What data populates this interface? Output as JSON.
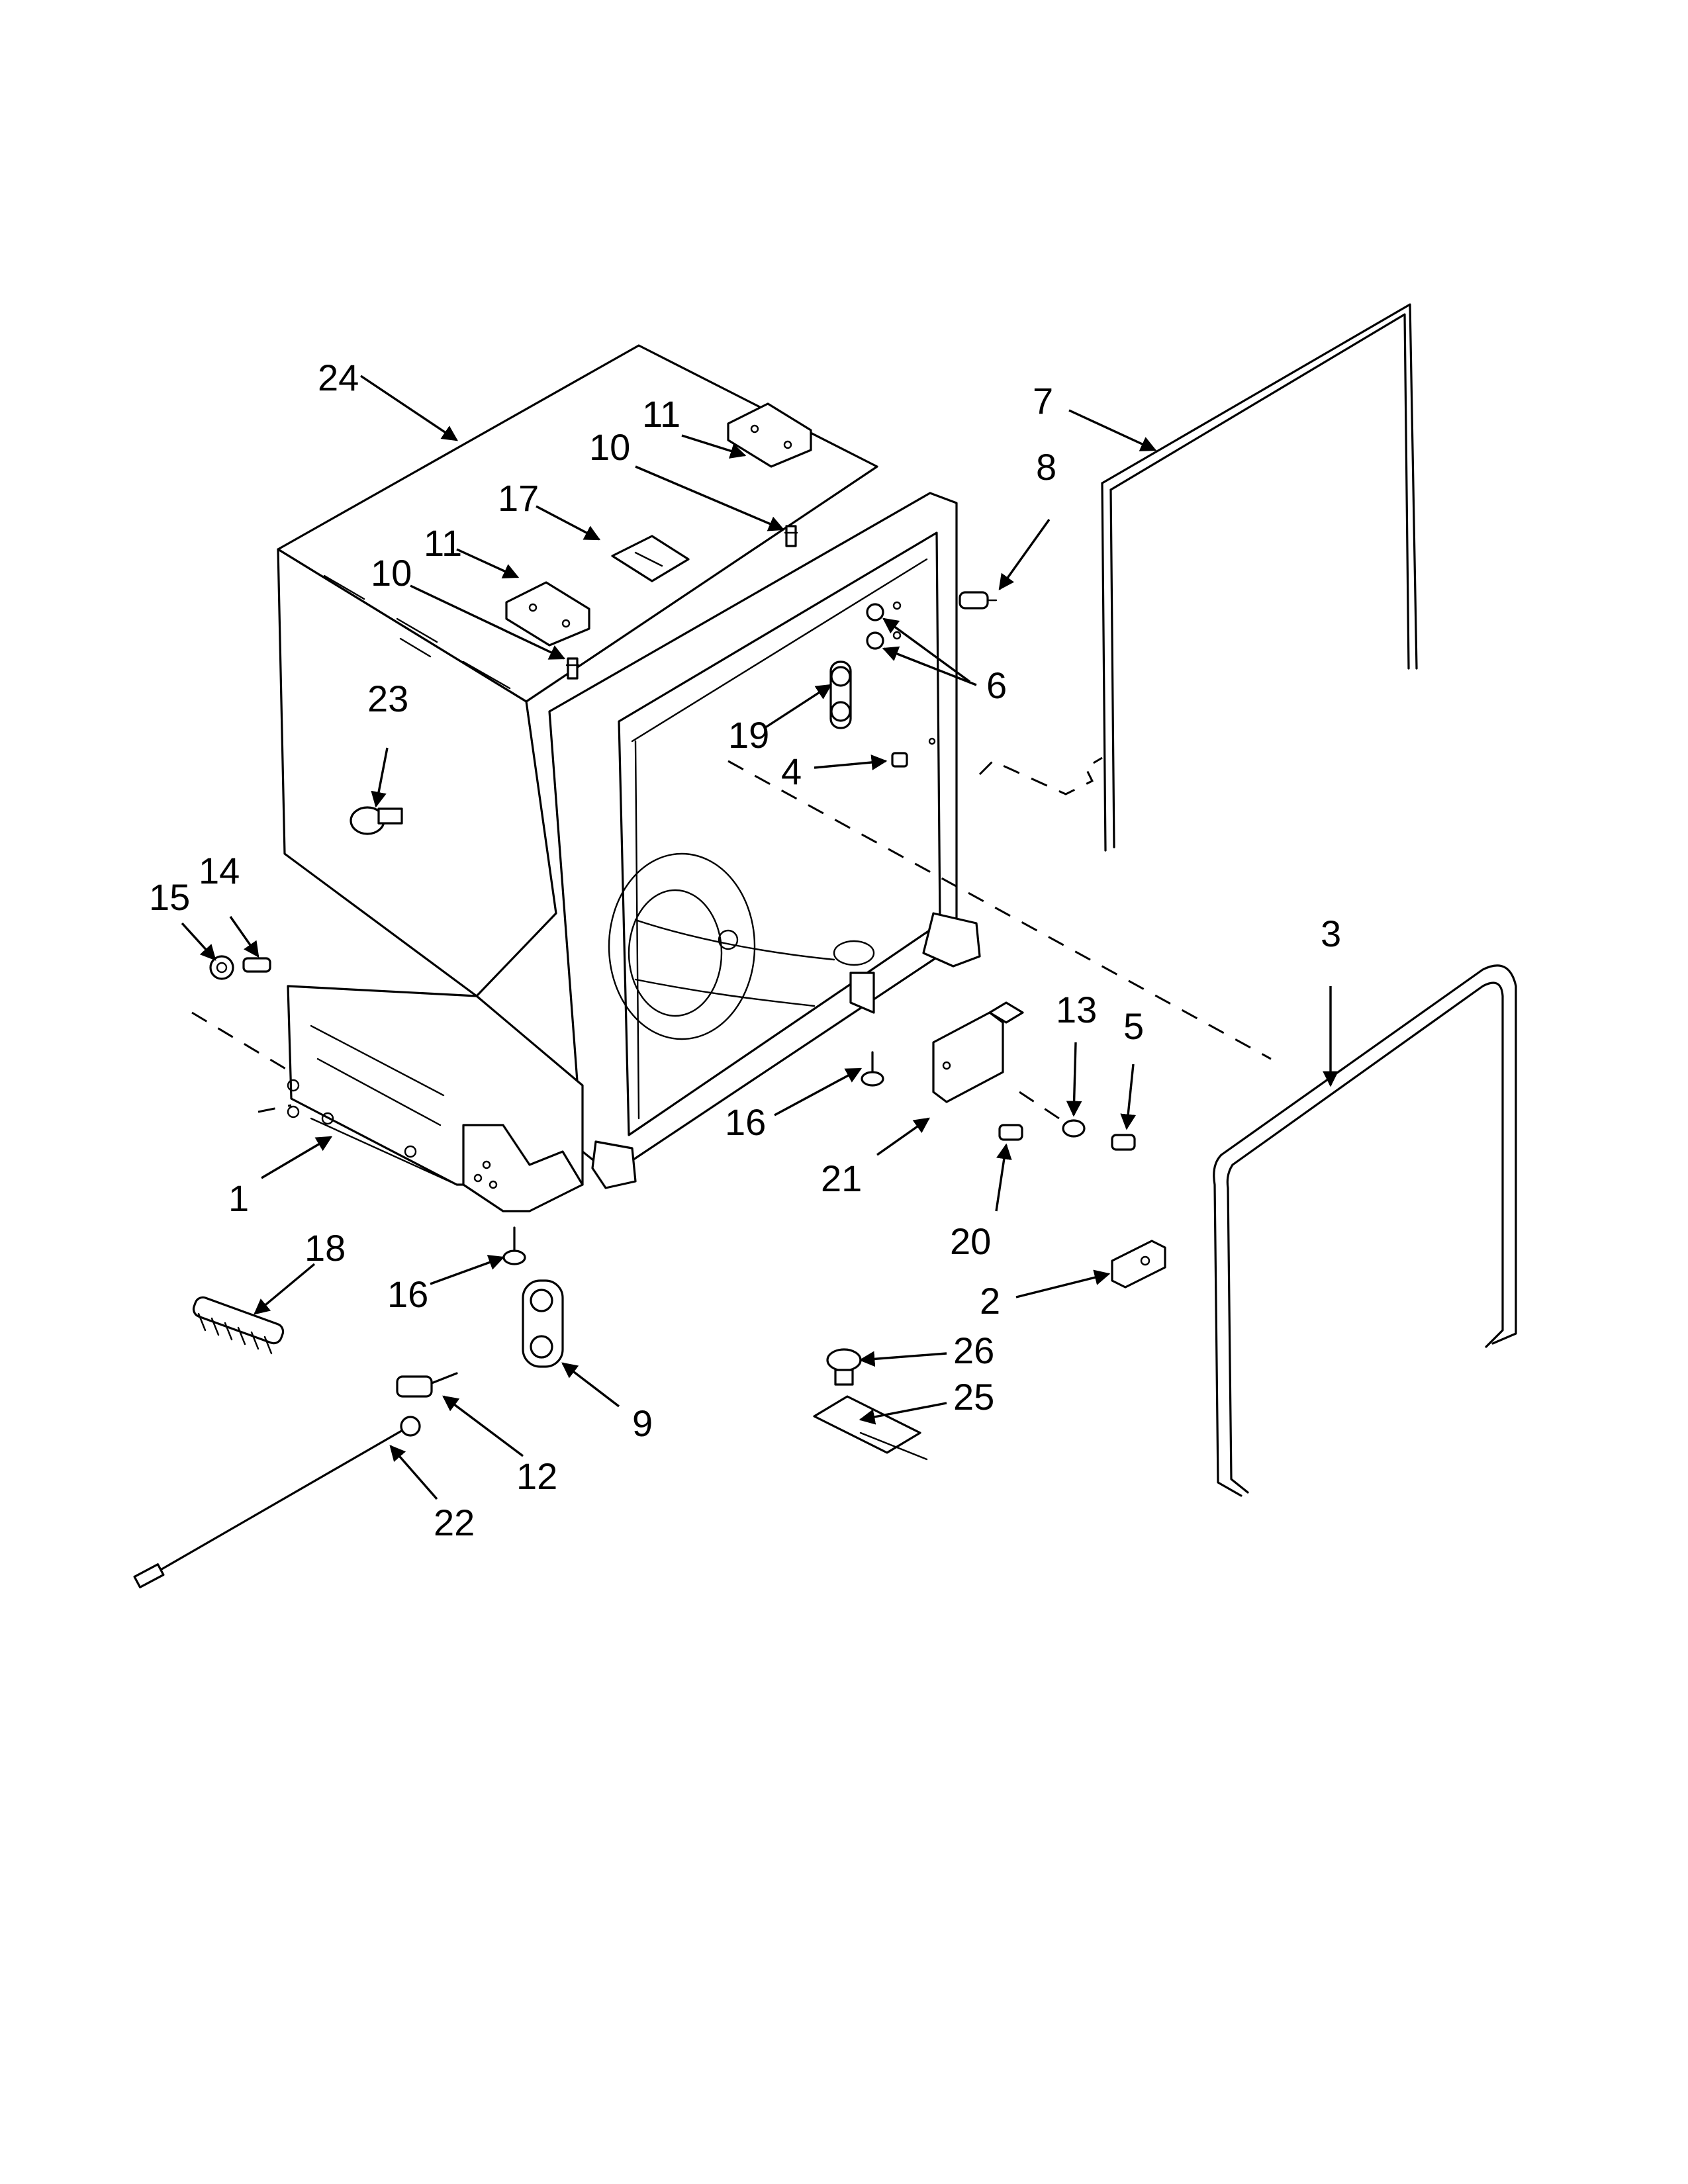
{
  "callouts": {
    "c1": "1",
    "c2": "2",
    "c3": "3",
    "c4": "4",
    "c5": "5",
    "c6": "6",
    "c7": "7",
    "c8": "8",
    "c9": "9",
    "c10a": "10",
    "c10b": "10",
    "c11a": "11",
    "c11b": "11",
    "c12": "12",
    "c13": "13",
    "c14": "14",
    "c15": "15",
    "c16a": "16",
    "c16b": "16",
    "c17": "17",
    "c18": "18",
    "c19": "19",
    "c20": "20",
    "c21": "21",
    "c22": "22",
    "c23": "23",
    "c24": "24",
    "c25": "25",
    "c26": "26"
  }
}
